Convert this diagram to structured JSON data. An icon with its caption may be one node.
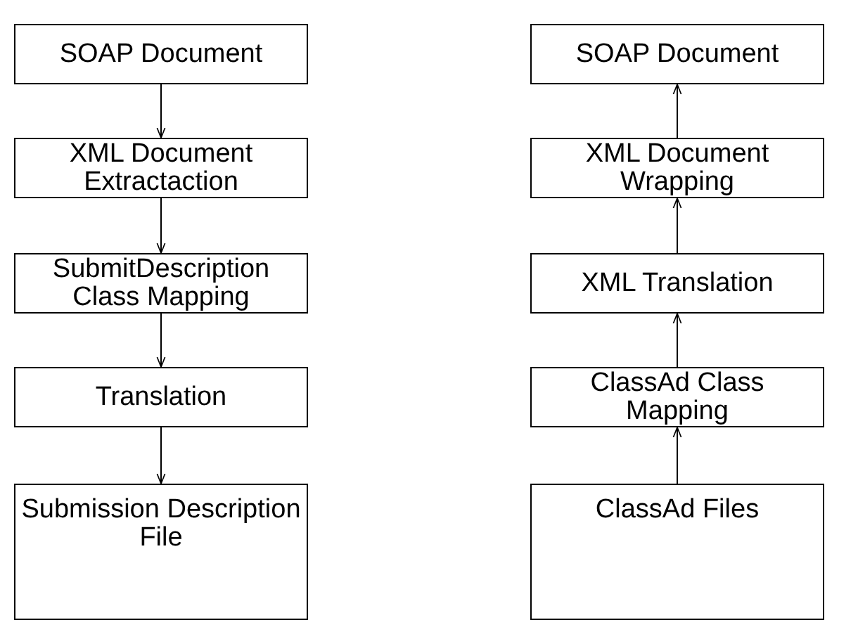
{
  "diagram": {
    "nodes": [
      {
        "text": [
          "SOAP Document"
        ]
      },
      {
        "text": [
          "XML Document Extractaction"
        ]
      },
      {
        "text": [
          "SubmitDescription Class Mapping"
        ]
      },
      {
        "text": [
          "Translation"
        ]
      },
      {
        "text": [
          "Submission Description File"
        ]
      },
      {
        "text": [
          "SOAP Document"
        ]
      },
      {
        "text": [
          "XML Document Wrapping"
        ]
      },
      {
        "text": [
          "XML Translation"
        ]
      },
      {
        "text": [
          "ClassAd Class Mapping"
        ]
      },
      {
        "text": [
          "ClassAd Files"
        ]
      }
    ],
    "edges": [
      {
        "from": 0,
        "to": 1,
        "arrow": "to"
      },
      {
        "from": 1,
        "to": 2,
        "arrow": "to"
      },
      {
        "from": 2,
        "to": 3,
        "arrow": "to"
      },
      {
        "from": 3,
        "to": 4,
        "arrow": "to"
      },
      {
        "from": 9,
        "to": 8,
        "arrow": "to"
      },
      {
        "from": 8,
        "to": 7,
        "arrow": "to"
      },
      {
        "from": 7,
        "to": 6,
        "arrow": "to"
      },
      {
        "from": 6,
        "to": 5,
        "arrow": "to"
      }
    ]
  }
}
